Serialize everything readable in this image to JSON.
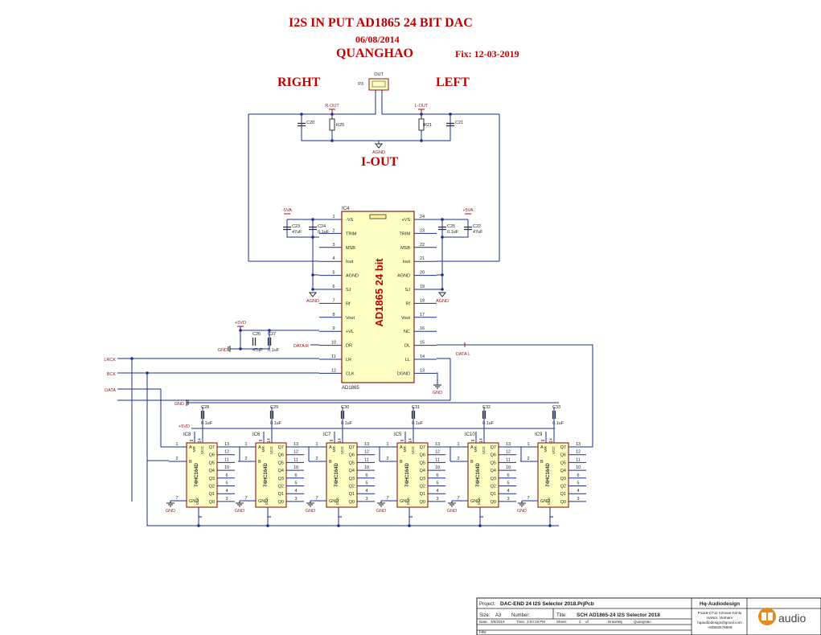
{
  "title": "I2S IN PUT AD1865 24 BIT DAC",
  "date": "06/08/2014",
  "author": "QUANGHAO",
  "fix": "Fix: 12-03-2019",
  "right": "RIGHT",
  "left": "LEFT",
  "iout": "I-OUT",
  "connector": {
    "ref": "P3",
    "label": "OUT"
  },
  "nets": {
    "rout": "R-OUT",
    "lout": "L-OUT",
    "agnd": "AGND",
    "m5va": "-5VA",
    "p5va": "+5VA",
    "p5vd": "+5VD",
    "gnd": "GND",
    "datar": "DATA R",
    "datal": "DATA L",
    "lrck": "LRCK",
    "bck": "BCK",
    "data": "DATA"
  },
  "passives": {
    "r20": "R20",
    "r21": "R21",
    "c20": "C20",
    "c21": "C21",
    "c23": "C23",
    "c23v": "47uF",
    "c24": "C24",
    "c24v": "0.1uF",
    "c25": "C25",
    "c25v": "0.1uF",
    "c22": "C22",
    "c22v": "47uF",
    "c26": "C26",
    "c26v": "47uF",
    "c27": "C27",
    "c27v": "0.1uF"
  },
  "ic": {
    "ref": "IC4",
    "part": "AD1865",
    "body_label": "AD1865 24 bit",
    "left_pins": [
      {
        "num": "1",
        "name": "-VS"
      },
      {
        "num": "2",
        "name": "TRIM"
      },
      {
        "num": "3",
        "name": "MSB"
      },
      {
        "num": "4",
        "name": "Iout"
      },
      {
        "num": "5",
        "name": "AGND"
      },
      {
        "num": "6",
        "name": "SJ"
      },
      {
        "num": "7",
        "name": "Rf"
      },
      {
        "num": "8",
        "name": "Vout"
      },
      {
        "num": "9",
        "name": "+VL"
      },
      {
        "num": "10",
        "name": "DR"
      },
      {
        "num": "11",
        "name": "LR"
      },
      {
        "num": "12",
        "name": "CLK"
      }
    ],
    "right_pins": [
      {
        "num": "24",
        "name": "+VS"
      },
      {
        "num": "23",
        "name": "TRIM"
      },
      {
        "num": "22",
        "name": "MSB"
      },
      {
        "num": "21",
        "name": "Iout"
      },
      {
        "num": "20",
        "name": "AGND"
      },
      {
        "num": "19",
        "name": "SJ"
      },
      {
        "num": "18",
        "name": "Rf"
      },
      {
        "num": "17",
        "name": "Vout"
      },
      {
        "num": "16",
        "name": "NC"
      },
      {
        "num": "15",
        "name": "DL"
      },
      {
        "num": "14",
        "name": "LL"
      },
      {
        "num": "13",
        "name": "DGND"
      }
    ]
  },
  "shift_registers": {
    "part": "74HC164D",
    "refs": [
      "IC8",
      "IC6",
      "IC7",
      "IC5",
      "IC10",
      "IC9"
    ],
    "caps": [
      "C28",
      "C29",
      "C30",
      "C31",
      "C32",
      "C33"
    ],
    "cap_value": "0.1uF",
    "left_pins": [
      {
        "num": "1",
        "name": "A"
      },
      {
        "num": "2",
        "name": "B"
      }
    ],
    "top_pins": [
      {
        "num": "9",
        "name": "MR"
      },
      {
        "num": "14",
        "name": "VCC"
      }
    ],
    "bottom_pins": [
      {
        "num": "7",
        "name": "GND"
      },
      {
        "num": "8",
        "name": "CLK"
      }
    ],
    "out_pins": [
      {
        "num": "13",
        "name": "Q7"
      },
      {
        "num": "12",
        "name": "Q6"
      },
      {
        "num": "11",
        "name": "Q5"
      },
      {
        "num": "10",
        "name": "Q4"
      },
      {
        "num": "6",
        "name": "Q3"
      },
      {
        "num": "5",
        "name": "Q2"
      },
      {
        "num": "4",
        "name": "Q1"
      },
      {
        "num": "3",
        "name": "Q0"
      }
    ]
  },
  "title_block": {
    "project_label": "Project:",
    "project": "DAC-END 24 I2S Selector 2018.PrjPcb",
    "company": "Hq-Audiodesign",
    "size_label": "Size:",
    "size": "A3",
    "number_label": "Number:",
    "title_label": "Title:",
    "title": "SCH AD1865-24 I2S Selector 2018",
    "address": [
      "P1116-CT11 Kimvan-Kimlu",
      "HaNoi, Vietnam",
      "hqaudiodesign@gmail.com",
      "+84902578899"
    ],
    "date_label": "Date:",
    "date": "3/5/2019",
    "time_label": "Time:",
    "time": "3:03:19 PM",
    "sheet_label": "Sheet:",
    "sheet": "2",
    "of_label": "of",
    "drawnby_label": "DrawnBy",
    "drawnby": "QuangHao",
    "file_label": "File:",
    "logo_text": "audio"
  }
}
